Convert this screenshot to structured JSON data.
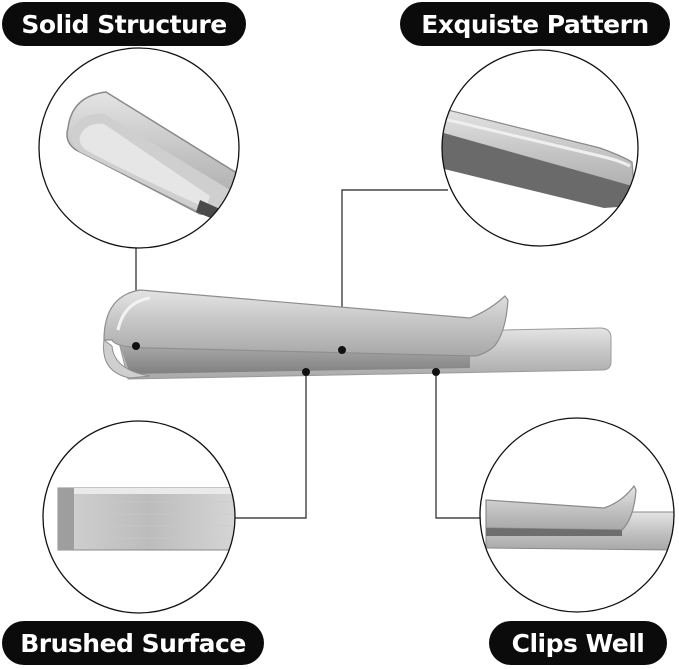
{
  "labels": {
    "top_left": "Solid Structure",
    "top_right": "Exquiste Pattern",
    "bottom_left": "Brushed Surface",
    "bottom_right": "Clips Well"
  },
  "colors": {
    "label_bg": "#0b0b0b",
    "label_text": "#ffffff",
    "steel_light": "#dcdcdc",
    "steel_mid": "#b9b9b9",
    "steel_dark": "#7a7a7a",
    "callout_line": "#222222"
  }
}
